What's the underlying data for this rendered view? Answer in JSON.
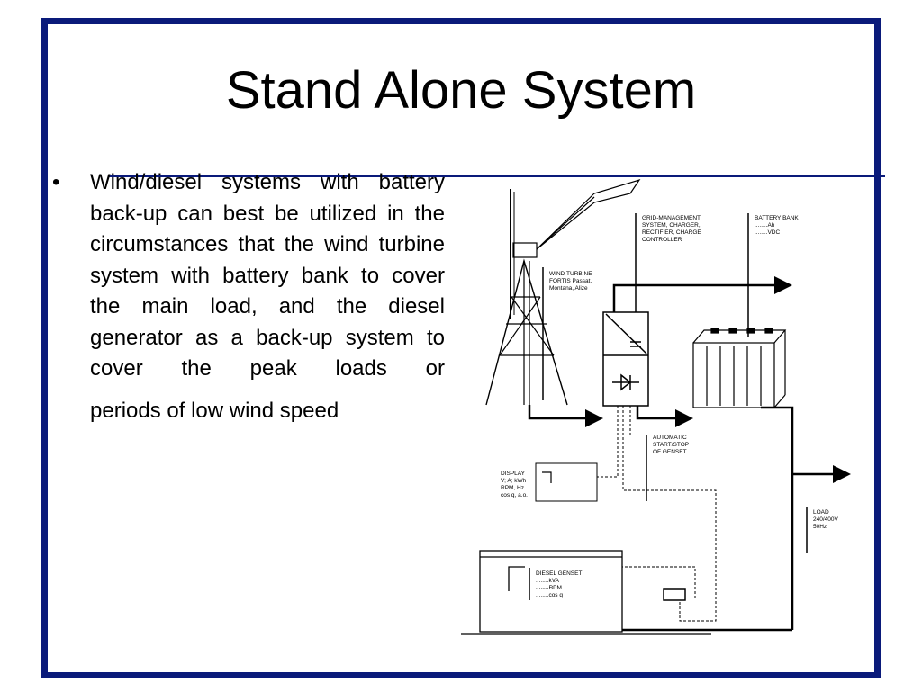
{
  "slide": {
    "title": "Stand Alone System",
    "bullet_symbol": "•",
    "bullet_lines": "Wind/diesel systems with battery back-up can best be utilized in the circumstances that the wind turbine system with battery bank to cover the main load, and the diesel generator as a back-up system to cover the peak loads or",
    "bullet_tail": "periods of low wind speed"
  },
  "diagram": {
    "grid_mgmt": [
      "GRID-MANAGEMENT",
      "SYSTEM, CHARGER,",
      "RECTIFIER, CHARGE",
      "CONTROLLER"
    ],
    "battery_bank": [
      "BATTERY BANK",
      "........Ah",
      "........VDC"
    ],
    "wind_turbine": [
      "WIND TURBINE",
      "FORTIS Passat,",
      "Montana, Alize"
    ],
    "auto_start": [
      "AUTOMATIC",
      "START/STOP",
      "OF GENSET"
    ],
    "display": [
      "DISPLAY",
      "V; A; kWh",
      "RPM, Hz",
      "cos q, a.o."
    ],
    "load": [
      "LOAD",
      "240/400V",
      "50Hz"
    ],
    "genset": [
      "DIESEL GENSET",
      "........kVA",
      "........RPM",
      "........cos q"
    ]
  },
  "colors": {
    "frame": "#0a1a7a",
    "rule": "#0a1a7a"
  }
}
